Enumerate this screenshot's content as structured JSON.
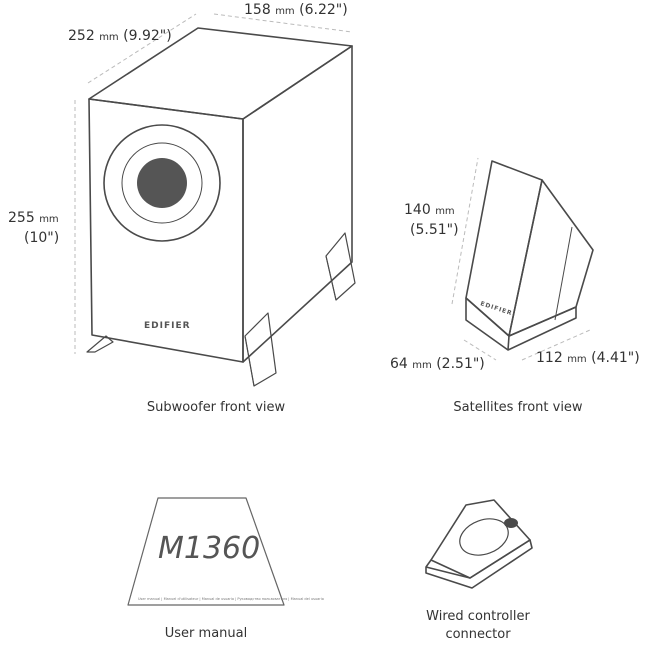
{
  "subwoofer": {
    "width_dim": "158",
    "width_unit": "mm",
    "width_in": "(6.22\")",
    "depth_dim": "252",
    "depth_unit": "mm",
    "depth_in": "(9.92\")",
    "height_dim": "255",
    "height_unit": "mm",
    "height_in": "(10\")",
    "brand": "EDIFIER",
    "caption": "Subwoofer front view"
  },
  "satellite": {
    "height_dim": "140",
    "height_unit": "mm",
    "height_in": "(5.51\")",
    "width_dim": "64",
    "width_unit": "mm",
    "width_in": "(2.51\")",
    "depth_dim": "112",
    "depth_unit": "mm",
    "depth_in": "(4.41\")",
    "brand": "EDIFIER",
    "caption": "Satellites front view"
  },
  "manual": {
    "model": "M1360",
    "footer": "User manual  |  Manuel d'utilisateur  |  Manual de usuario  |  Руководство пользователя  |  Manual del usuario",
    "caption": "User manual"
  },
  "controller": {
    "caption_line1": "Wired controller",
    "caption_line2": "connector"
  },
  "colors": {
    "line": "#4a4a4a",
    "dim_line": "#bbbbbb",
    "woofer_cone": "#555555"
  }
}
